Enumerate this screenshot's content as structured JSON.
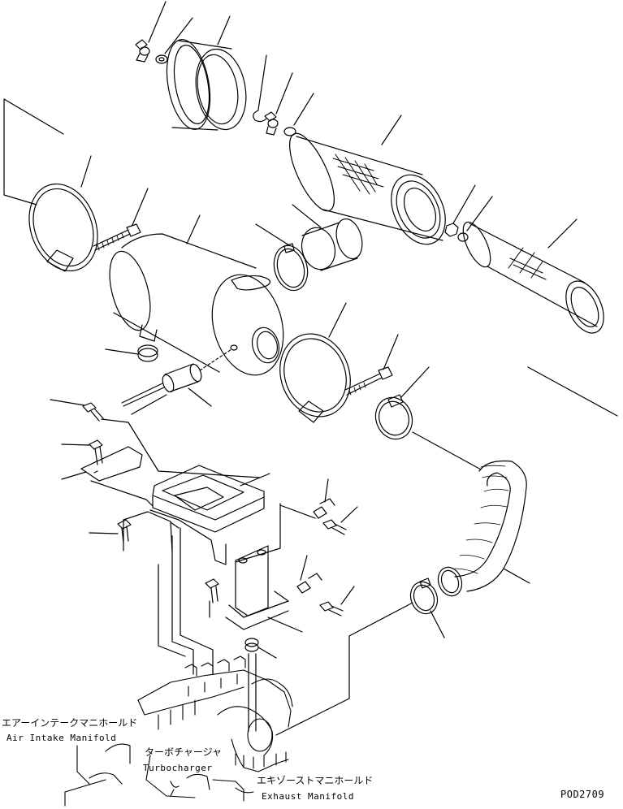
{
  "labels": {
    "air_intake_manifold_jp": "エアーインテークマニホールド",
    "air_intake_manifold_en": "Air Intake Manifold",
    "turbocharger_jp": "ターボチャージャ",
    "turbocharger_en": "Turbocharger",
    "exhaust_manifold_jp": "エキゾーストマニホールド",
    "exhaust_manifold_en": "Exhaust Manifold",
    "drawing_number": "POD2709"
  },
  "colors": {
    "line": "#000000",
    "background": "#ffffff"
  }
}
